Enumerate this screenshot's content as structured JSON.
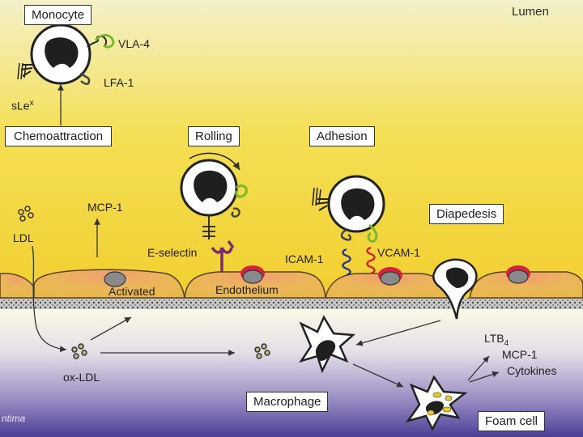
{
  "lumen_label": "Lumen",
  "intima_label": "ntima",
  "cells": {
    "monocyte": "Monocyte",
    "macrophage": "Macrophage",
    "foam_cell": "Foam cell",
    "endothelium": "Endothelium",
    "activated": "Activated"
  },
  "stages": {
    "chemoattraction": "Chemoattraction",
    "rolling": "Rolling",
    "adhesion": "Adhesion",
    "diapedesis": "Diapedesis"
  },
  "molecules": {
    "vla4": "VLA-4",
    "lfa1": "LFA-1",
    "slex_base": "sLe",
    "slex_sup": "x",
    "mcp1": "MCP-1",
    "e_selectin": "E-selectin",
    "icam1": "ICAM-1",
    "vcam1": "VCAM-1",
    "ldl": "LDL",
    "ox_ldl": "ox-LDL",
    "ltb_base": "LTB",
    "ltb_sub": "4",
    "mcp1_out": "MCP-1",
    "cytokines": "Cytokines"
  },
  "colors": {
    "lumen_top": "#f4f0c0",
    "lumen_mid": "#f5dc4a",
    "intima_top": "#fdfbea",
    "intima_bottom": "#4c3f96",
    "endothelial_cell": "#e8b053",
    "activated_nucleus_ring": "#d8213f",
    "nucleus": "#8a8a8a",
    "vla4_green": "#7ab82e",
    "e_selectin_purple": "#7a2a70",
    "icam_blue": "#2a3a8a",
    "vcam_red": "#c82828"
  }
}
